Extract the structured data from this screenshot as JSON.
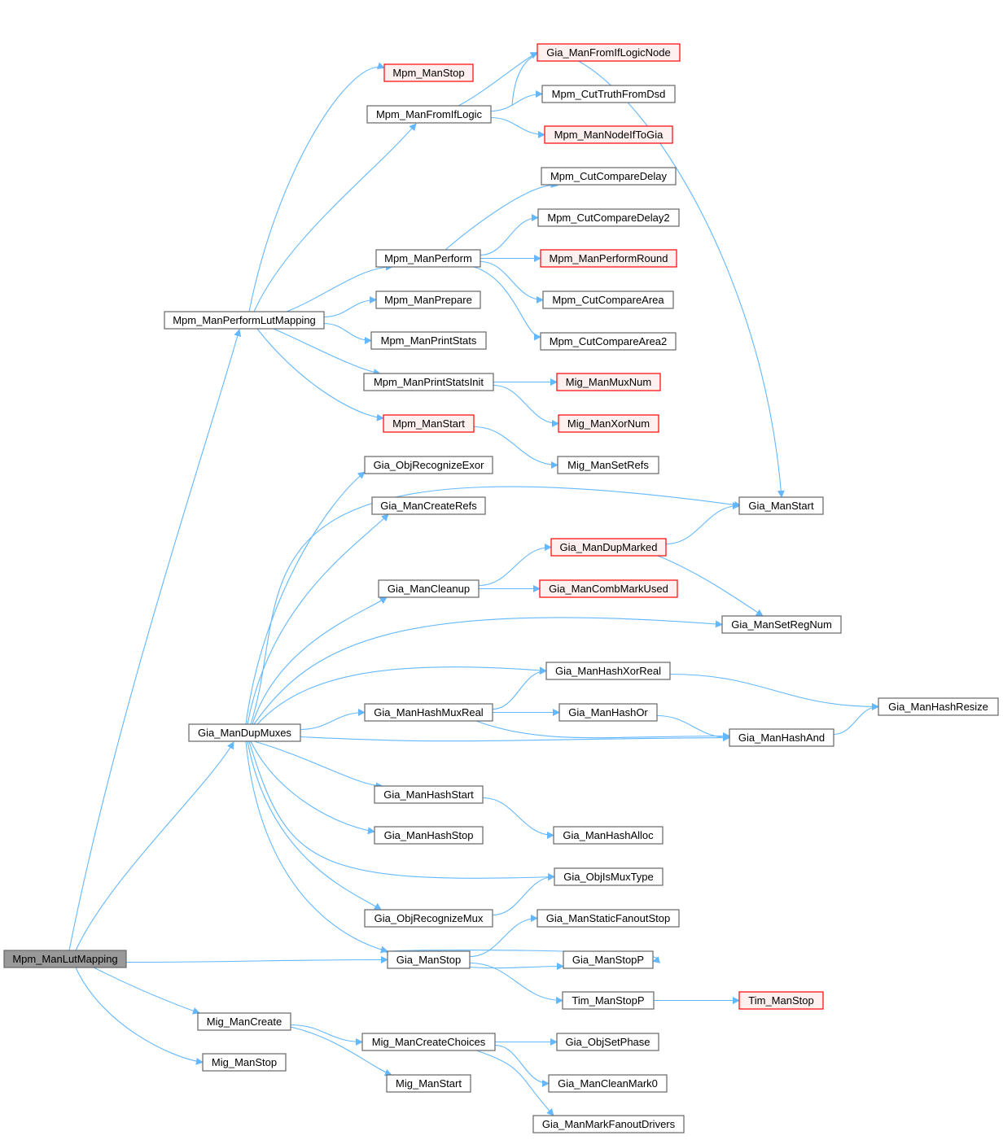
{
  "diagram": {
    "type": "call-graph",
    "colors": {
      "root_fill": "#999999",
      "node_fill": "#ffffff",
      "node_border": "#666666",
      "truncated_fill": "#fff0f0",
      "truncated_border": "#ff0000",
      "edge": "#63b8ff"
    },
    "nodes": [
      {
        "id": "lutmap",
        "label": "Mpm_ManLutMapping",
        "style": "root"
      },
      {
        "id": "performlut",
        "label": "Mpm_ManPerformLutMapping",
        "style": "normal"
      },
      {
        "id": "dupmuxes",
        "label": "Gia_ManDupMuxes",
        "style": "normal"
      },
      {
        "id": "migcreate",
        "label": "Mig_ManCreate",
        "style": "normal"
      },
      {
        "id": "migstop",
        "label": "Mig_ManStop",
        "style": "normal"
      },
      {
        "id": "mpmstop",
        "label": "Mpm_ManStop",
        "style": "truncated"
      },
      {
        "id": "fromif",
        "label": "Mpm_ManFromIfLogic",
        "style": "normal"
      },
      {
        "id": "perform",
        "label": "Mpm_ManPerform",
        "style": "normal"
      },
      {
        "id": "prepare",
        "label": "Mpm_ManPrepare",
        "style": "normal"
      },
      {
        "id": "printstats",
        "label": "Mpm_ManPrintStats",
        "style": "normal"
      },
      {
        "id": "printstatsinit",
        "label": "Mpm_ManPrintStatsInit",
        "style": "normal"
      },
      {
        "id": "mpmstart",
        "label": "Mpm_ManStart",
        "style": "truncated"
      },
      {
        "id": "objrecexor",
        "label": "Gia_ObjRecognizeExor",
        "style": "normal"
      },
      {
        "id": "createrefs",
        "label": "Gia_ManCreateRefs",
        "style": "normal"
      },
      {
        "id": "cleanup",
        "label": "Gia_ManCleanup",
        "style": "normal"
      },
      {
        "id": "hashmuxreal",
        "label": "Gia_ManHashMuxReal",
        "style": "normal"
      },
      {
        "id": "hashstart",
        "label": "Gia_ManHashStart",
        "style": "normal"
      },
      {
        "id": "hashstop",
        "label": "Gia_ManHashStop",
        "style": "normal"
      },
      {
        "id": "objrecmux",
        "label": "Gia_ObjRecognizeMux",
        "style": "normal"
      },
      {
        "id": "giastop",
        "label": "Gia_ManStop",
        "style": "normal"
      },
      {
        "id": "migcreatechoices",
        "label": "Mig_ManCreateChoices",
        "style": "normal"
      },
      {
        "id": "migstart",
        "label": "Mig_ManStart",
        "style": "normal"
      },
      {
        "id": "fromiflogicnode",
        "label": "Gia_ManFromIfLogicNode",
        "style": "truncated"
      },
      {
        "id": "cuttruthfromdsd",
        "label": "Mpm_CutTruthFromDsd",
        "style": "normal"
      },
      {
        "id": "nodeiftogia",
        "label": "Mpm_ManNodeIfToGia",
        "style": "truncated"
      },
      {
        "id": "cutcomparedelay",
        "label": "Mpm_CutCompareDelay",
        "style": "normal"
      },
      {
        "id": "cutcomparedelay2",
        "label": "Mpm_CutCompareDelay2",
        "style": "normal"
      },
      {
        "id": "performround",
        "label": "Mpm_ManPerformRound",
        "style": "truncated"
      },
      {
        "id": "cutcomparearea",
        "label": "Mpm_CutCompareArea",
        "style": "normal"
      },
      {
        "id": "cutcomparearea2",
        "label": "Mpm_CutCompareArea2",
        "style": "normal"
      },
      {
        "id": "muxnum",
        "label": "Mig_ManMuxNum",
        "style": "truncated"
      },
      {
        "id": "xornum",
        "label": "Mig_ManXorNum",
        "style": "truncated"
      },
      {
        "id": "setrefs",
        "label": "Mig_ManSetRefs",
        "style": "normal"
      },
      {
        "id": "dupmarked",
        "label": "Gia_ManDupMarked",
        "style": "truncated"
      },
      {
        "id": "combmarkused",
        "label": "Gia_ManCombMarkUsed",
        "style": "truncated"
      },
      {
        "id": "hashxorreal",
        "label": "Gia_ManHashXorReal",
        "style": "normal"
      },
      {
        "id": "hashor",
        "label": "Gia_ManHashOr",
        "style": "normal"
      },
      {
        "id": "hashalloc",
        "label": "Gia_ManHashAlloc",
        "style": "normal"
      },
      {
        "id": "objismuxtype",
        "label": "Gia_ObjIsMuxType",
        "style": "normal"
      },
      {
        "id": "staticfanoutstop",
        "label": "Gia_ManStaticFanoutStop",
        "style": "normal"
      },
      {
        "id": "giastopp",
        "label": "Gia_ManStopP",
        "style": "normal"
      },
      {
        "id": "timstopp",
        "label": "Tim_ManStopP",
        "style": "normal"
      },
      {
        "id": "objsetphase",
        "label": "Gia_ObjSetPhase",
        "style": "normal"
      },
      {
        "id": "cleanmark0",
        "label": "Gia_ManCleanMark0",
        "style": "normal"
      },
      {
        "id": "markfanout",
        "label": "Gia_ManMarkFanoutDrivers",
        "style": "normal"
      },
      {
        "id": "giastart",
        "label": "Gia_ManStart",
        "style": "normal"
      },
      {
        "id": "setregnum",
        "label": "Gia_ManSetRegNum",
        "style": "normal"
      },
      {
        "id": "hashand",
        "label": "Gia_ManHashAnd",
        "style": "normal"
      },
      {
        "id": "timstop",
        "label": "Tim_ManStop",
        "style": "truncated"
      },
      {
        "id": "hashresize",
        "label": "Gia_ManHashResize",
        "style": "normal"
      }
    ],
    "edges": [
      {
        "from": "lutmap",
        "to": "performlut"
      },
      {
        "from": "lutmap",
        "to": "dupmuxes"
      },
      {
        "from": "lutmap",
        "to": "giastop"
      },
      {
        "from": "lutmap",
        "to": "migcreate"
      },
      {
        "from": "lutmap",
        "to": "migstop"
      },
      {
        "from": "performlut",
        "to": "mpmstop"
      },
      {
        "from": "performlut",
        "to": "fromif"
      },
      {
        "from": "performlut",
        "to": "perform"
      },
      {
        "from": "performlut",
        "to": "prepare"
      },
      {
        "from": "performlut",
        "to": "printstats"
      },
      {
        "from": "performlut",
        "to": "printstatsinit"
      },
      {
        "from": "performlut",
        "to": "mpmstart"
      },
      {
        "from": "fromif",
        "to": "fromiflogicnode"
      },
      {
        "from": "fromif",
        "to": "cuttruthfromdsd"
      },
      {
        "from": "fromif",
        "to": "nodeiftogia"
      },
      {
        "from": "fromif",
        "to": "giastart"
      },
      {
        "from": "perform",
        "to": "cutcomparedelay"
      },
      {
        "from": "perform",
        "to": "cutcomparedelay2"
      },
      {
        "from": "perform",
        "to": "performround"
      },
      {
        "from": "perform",
        "to": "cutcomparearea"
      },
      {
        "from": "perform",
        "to": "cutcomparearea2"
      },
      {
        "from": "printstatsinit",
        "to": "muxnum"
      },
      {
        "from": "printstatsinit",
        "to": "xornum"
      },
      {
        "from": "mpmstart",
        "to": "setrefs"
      },
      {
        "from": "dupmuxes",
        "to": "objrecexor"
      },
      {
        "from": "dupmuxes",
        "to": "createrefs"
      },
      {
        "from": "dupmuxes",
        "to": "giastart"
      },
      {
        "from": "dupmuxes",
        "to": "cleanup"
      },
      {
        "from": "dupmuxes",
        "to": "setregnum"
      },
      {
        "from": "dupmuxes",
        "to": "hashxorreal"
      },
      {
        "from": "dupmuxes",
        "to": "hashmuxreal"
      },
      {
        "from": "dupmuxes",
        "to": "hashand"
      },
      {
        "from": "dupmuxes",
        "to": "hashstart"
      },
      {
        "from": "dupmuxes",
        "to": "hashstop"
      },
      {
        "from": "dupmuxes",
        "to": "objismuxtype"
      },
      {
        "from": "dupmuxes",
        "to": "objrecmux"
      },
      {
        "from": "dupmuxes",
        "to": "giastop"
      },
      {
        "from": "cleanup",
        "to": "dupmarked"
      },
      {
        "from": "cleanup",
        "to": "combmarkused"
      },
      {
        "from": "dupmarked",
        "to": "giastart"
      },
      {
        "from": "dupmarked",
        "to": "setregnum"
      },
      {
        "from": "hashmuxreal",
        "to": "hashxorreal"
      },
      {
        "from": "hashmuxreal",
        "to": "hashor"
      },
      {
        "from": "hashmuxreal",
        "to": "hashand"
      },
      {
        "from": "hashxorreal",
        "to": "hashresize"
      },
      {
        "from": "hashor",
        "to": "hashand"
      },
      {
        "from": "hashand",
        "to": "hashresize"
      },
      {
        "from": "hashstart",
        "to": "hashalloc"
      },
      {
        "from": "objrecmux",
        "to": "objismuxtype"
      },
      {
        "from": "giastop",
        "to": "staticfanoutstop"
      },
      {
        "from": "giastop",
        "to": "giastopp"
      },
      {
        "from": "giastopp",
        "to": "giastop"
      },
      {
        "from": "giastop",
        "to": "timstopp"
      },
      {
        "from": "timstopp",
        "to": "timstop"
      },
      {
        "from": "migcreate",
        "to": "migcreatechoices"
      },
      {
        "from": "migcreate",
        "to": "migstart"
      },
      {
        "from": "migcreatechoices",
        "to": "objsetphase"
      },
      {
        "from": "migcreatechoices",
        "to": "cleanmark0"
      },
      {
        "from": "migcreatechoices",
        "to": "markfanout"
      }
    ]
  }
}
